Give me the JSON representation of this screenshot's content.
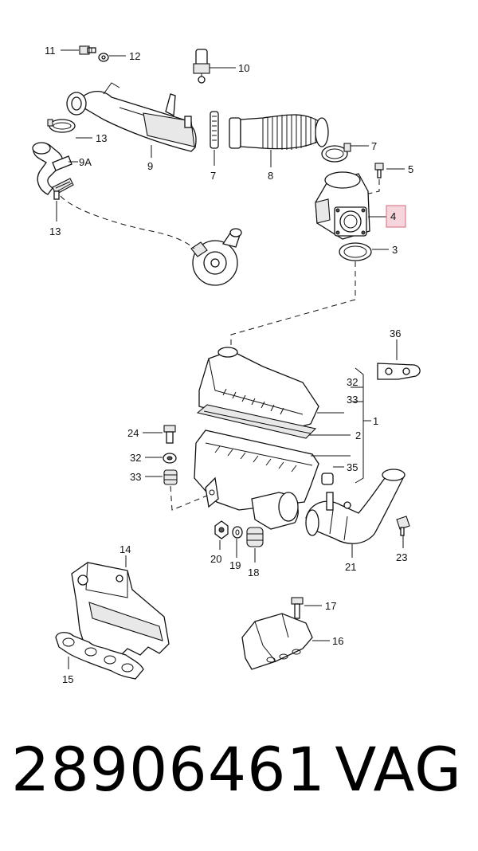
{
  "callouts": {
    "c11": "11",
    "c12": "12",
    "c10": "10",
    "c13a": "13",
    "c9a": "9A",
    "c13b": "13",
    "c9": "9",
    "c7a": "7",
    "c8": "8",
    "c7b": "7",
    "c5": "5",
    "c4": "4",
    "c3": "3",
    "c36": "36",
    "c32": "32",
    "c33": "33",
    "c1": "1",
    "c2": "2",
    "c35": "35",
    "c24": "24",
    "c32b": "32",
    "c33b": "33",
    "c20": "20",
    "c19": "19",
    "c18": "18",
    "c21": "21",
    "c23": "23",
    "c14": "14",
    "c15": "15",
    "c17": "17",
    "c16": "16"
  },
  "highlight": {
    "callout": "4",
    "color": "#f6d5dc",
    "border": "#d46a7e"
  },
  "footer": {
    "part_number": "28906461",
    "brand": "VAG"
  }
}
